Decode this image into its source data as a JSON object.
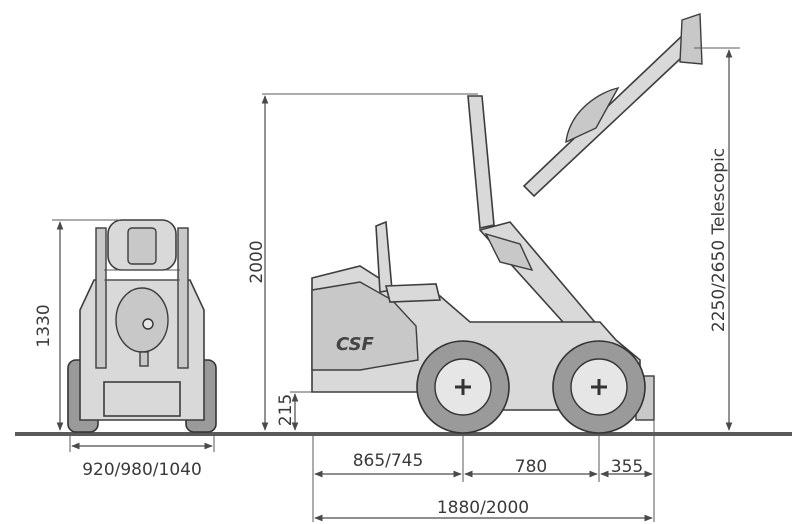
{
  "dimensions": {
    "front_width": "920/980/1040",
    "front_height": "1330",
    "side_height": "2000",
    "ground_clearance": "215",
    "front_overhang": "865/745",
    "wheelbase": "780",
    "rear_overhang": "355",
    "total_length": "1880/2000",
    "telescopic_height": "2250/2650 Telescopic"
  },
  "logo_text": "CSF",
  "colors": {
    "line": "#4a4a4a",
    "body_fill": "#d9d9d9",
    "tyre_fill": "#9a9a9a"
  }
}
